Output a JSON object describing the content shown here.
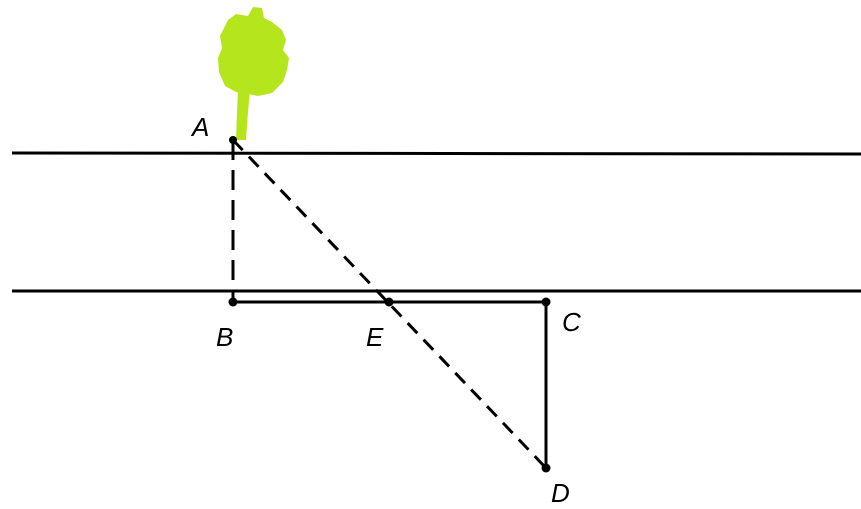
{
  "points": {
    "A": {
      "label": "A"
    },
    "B": {
      "label": "B"
    },
    "C": {
      "label": "C"
    },
    "D": {
      "label": "D"
    },
    "E": {
      "label": "E"
    }
  },
  "colors": {
    "line": "#000000",
    "tree": "#b5e61d",
    "background": "#ffffff"
  },
  "icons": {
    "tree": "tree-icon"
  }
}
